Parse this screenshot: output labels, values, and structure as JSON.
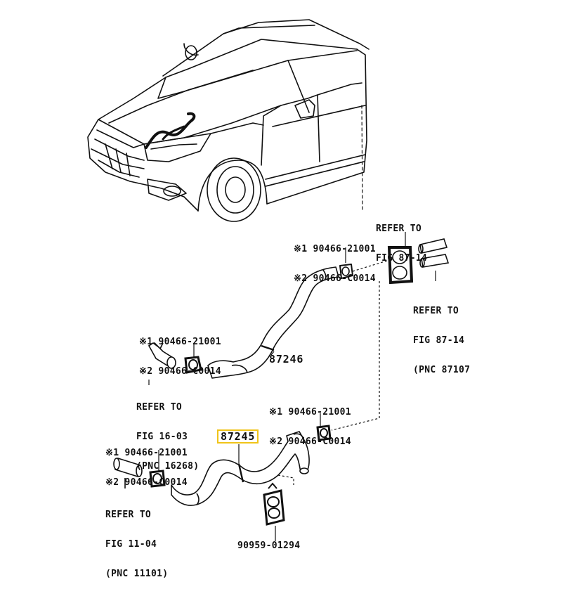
{
  "parts": {
    "hose_upper": "87246",
    "hose_lower": "87245",
    "clamp_bottom": "90959-01294"
  },
  "clip_groups": {
    "top_right": {
      "line1": "※1 90466-21001",
      "line2": "※2 90466-C0014"
    },
    "mid_left": {
      "line1": "※1 90466-21001",
      "line2": "※2 90466-C0014"
    },
    "mid_right": {
      "line1": "※1 90466-21001",
      "line2": "※2 90466-C0014"
    },
    "bottom_left": {
      "line1": "※1 90466-21001",
      "line2": "※2 90466-C0014"
    }
  },
  "references": {
    "fig87_top": {
      "line1": "REFER TO",
      "line2": "FIG 87-14"
    },
    "fig87_right": {
      "line1": "REFER TO",
      "line2": "FIG 87-14",
      "line3": "(PNC 87107"
    },
    "fig16": {
      "line1": "REFER TO",
      "line2": "FIG 16-03",
      "line3": "(PNC 16268)"
    },
    "fig11": {
      "line1": "REFER TO",
      "line2": "FIG 11-04",
      "line3": "(PNC 11101)"
    }
  },
  "highlight_color": "#f0c419"
}
